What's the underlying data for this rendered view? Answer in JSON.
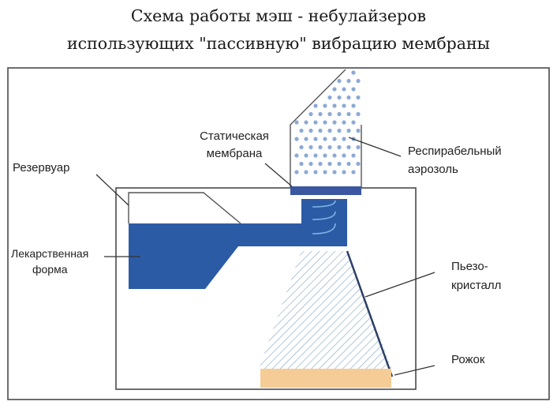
{
  "title_line1": "Схема работы мэш - небулайзеров",
  "title_line2": "использующих \"пассивную\" вибрацию мембраны",
  "labels": {
    "membrane_line1": "Статическая",
    "membrane_line2": "мембрана",
    "aerosol_line1": "Респирабельный",
    "aerosol_line2": "аэрозоль",
    "reservoir": "Резервуар",
    "medicine_line1": "Лекарственная",
    "medicine_line2": "форма",
    "piezo_line1": "Пьезо-",
    "piezo_line2": "кристалл",
    "horn": "Рожок"
  },
  "colors": {
    "liquid": "#2c5ba6",
    "membrane": "#3a57a0",
    "aerosol_dots": "#8da9d4",
    "horn_tip": "#f5cc95",
    "hatch": "#8aa9c7",
    "outline": "#555555"
  }
}
